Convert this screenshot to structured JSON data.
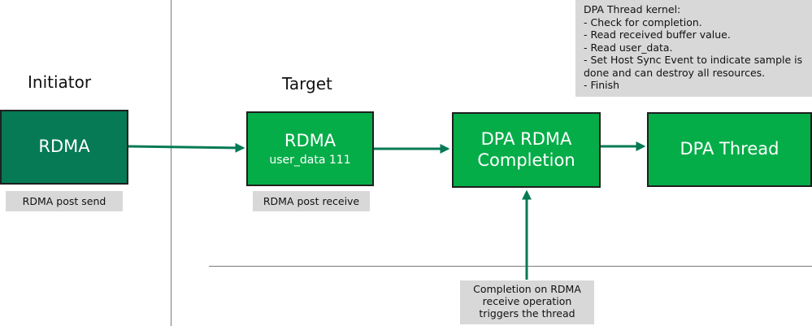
{
  "labels": {
    "initiator": "Initiator",
    "target": "Target"
  },
  "boxes": {
    "initiator_rdma": {
      "title": "RDMA"
    },
    "target_rdma": {
      "title": "RDMA",
      "subtitle": "user_data 111"
    },
    "completion": {
      "title_line1": "DPA RDMA",
      "title_line2": "Completion"
    },
    "thread": {
      "title": "DPA Thread"
    }
  },
  "notes": {
    "post_send": "RDMA post send",
    "post_receive": "RDMA post receive",
    "trigger": [
      "Completion on RDMA",
      "receive operation",
      "triggers the thread"
    ],
    "kernel": [
      "DPA Thread kernel:",
      "- Check for completion.",
      "- Read received buffer value.",
      "- Read user_data.",
      "- Set Host Sync Event to indicate sample is",
      "done and can destroy all resources.",
      "- Finish"
    ]
  },
  "colors": {
    "dark_green": "#057a55",
    "bright_green": "#05ad48",
    "arrow": "#057a55",
    "note_gray": "#d8d8d8"
  }
}
